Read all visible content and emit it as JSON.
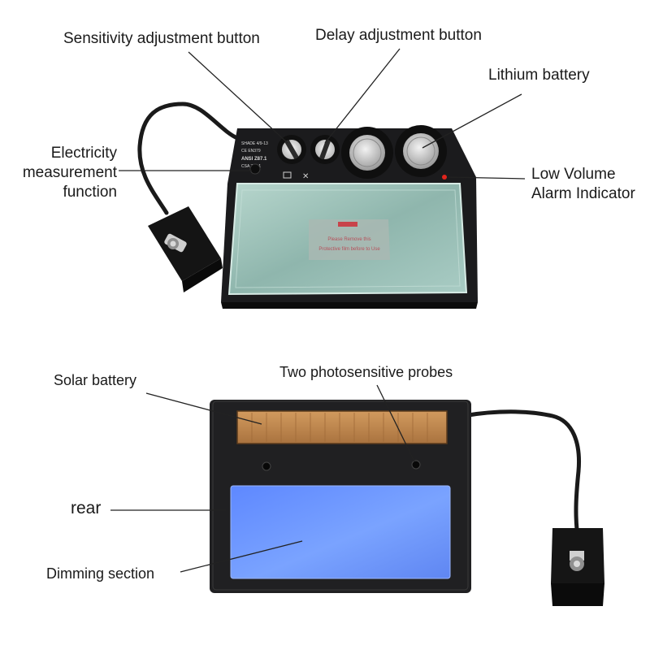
{
  "labels": {
    "sensitivity": "Sensitivity adjustment button",
    "delay": "Delay adjustment button",
    "lithium": "Lithium battery",
    "electricity_1": "Electricity",
    "electricity_2": "measurement",
    "electricity_3": "function",
    "low_volume_1": "Low Volume",
    "low_volume_2": "Alarm Indicator",
    "solar": "Solar battery",
    "probes": "Two photosensitive probes",
    "rear": "rear",
    "dimming": "Dimming section"
  },
  "device_print": {
    "shade": "SHADE 4/9-13",
    "ce": "CE EN379",
    "ansi": "ANSI Z87.1",
    "csa": "CSA Z94.1",
    "sticker_1": "Please Remove this",
    "sticker_2": "Protective film before to Use"
  },
  "colors": {
    "housing": "#1b1b1d",
    "front_lens": "#9fc4bb",
    "rear_lens": "#6f97ff",
    "solar_panel": "#c08a52",
    "indicator": "#e0241c",
    "leader_line": "#222222"
  }
}
